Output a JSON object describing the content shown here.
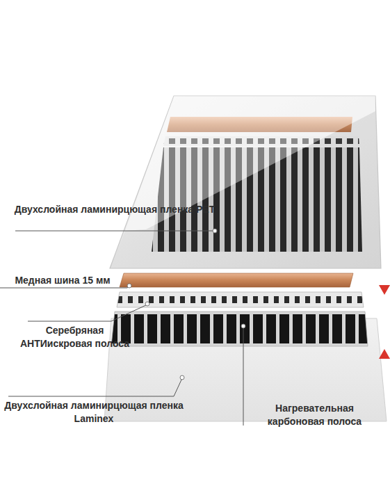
{
  "diagram": {
    "labels": [
      "Двухслойная ламинирцющая пленка PET",
      "Медная шина 15 мм",
      "Серебряная АНТИискровая полоса",
      "Двухслойная ламинирцющая пленка Laminex",
      "Нагревательная карбоновая полоса"
    ]
  }
}
